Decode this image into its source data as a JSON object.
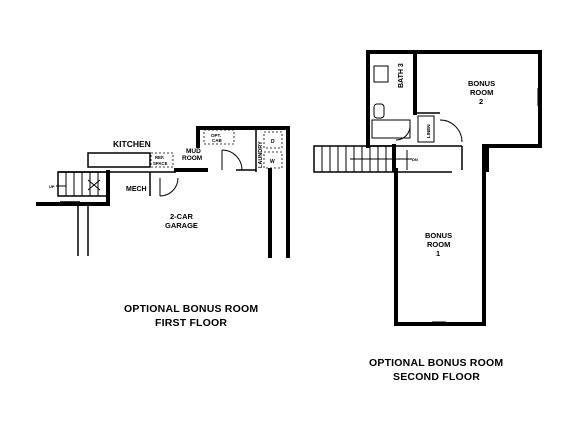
{
  "first_floor": {
    "caption_line1": "OPTIONAL BONUS ROOM",
    "caption_line2": "FIRST FLOOR",
    "rooms": {
      "kitchen": "KITCHEN",
      "mud_room_line1": "MUD",
      "mud_room_line2": "ROOM",
      "opt_cab_line1": "OPT.",
      "opt_cab_line2": "CAB",
      "laundry": "LAUNDRY",
      "dryer": "D",
      "washer": "W",
      "ref_space_line1": "REF.",
      "ref_space_line2": "SPACE",
      "mech": "MECH",
      "garage_line1": "2-CAR",
      "garage_line2": "GARAGE",
      "stair_up": "UP"
    }
  },
  "second_floor": {
    "caption_line1": "OPTIONAL BONUS ROOM",
    "caption_line2": "SECOND FLOOR",
    "rooms": {
      "bath": "BATH 3",
      "bonus2_line1": "BONUS",
      "bonus2_line2": "ROOM",
      "bonus2_line3": "2",
      "linen": "LINEN",
      "bonus1_line1": "BONUS",
      "bonus1_line2": "ROOM",
      "bonus1_line3": "1",
      "stair_dn": "DN"
    }
  }
}
